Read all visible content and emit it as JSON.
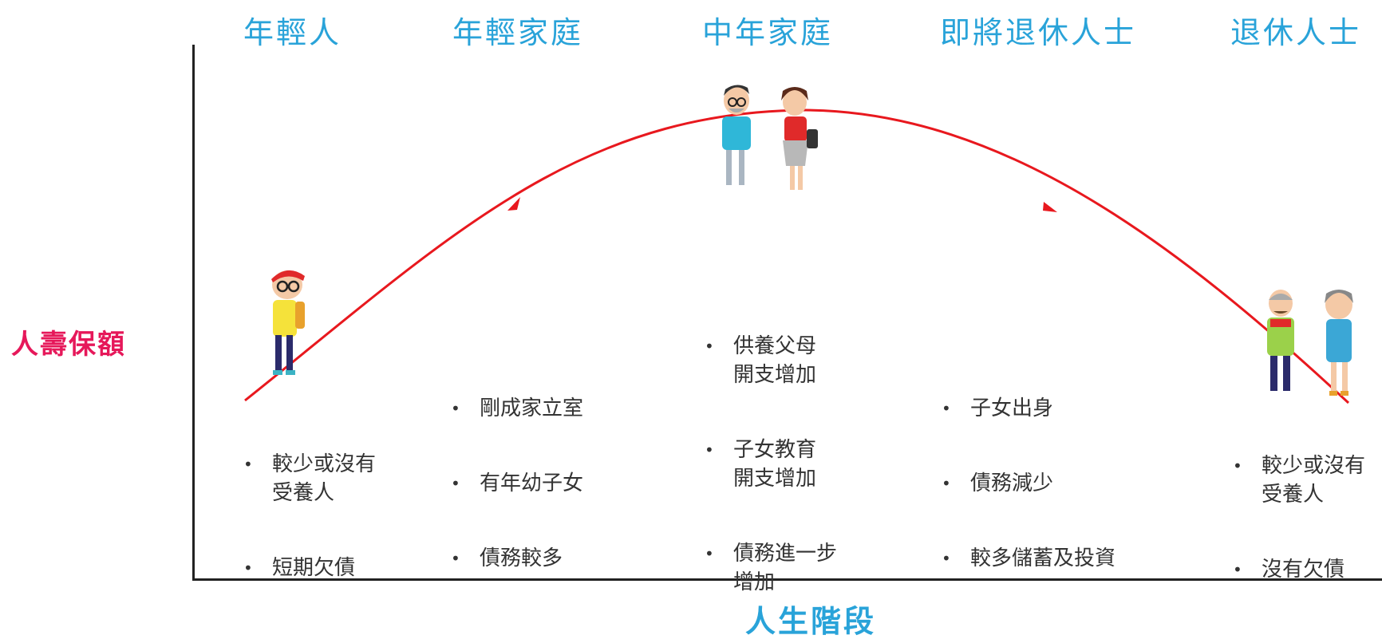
{
  "stages": [
    "年輕人",
    "年輕家庭",
    "中年家庭",
    "即將退休人士",
    "退休人士"
  ],
  "y_axis_label": "人壽保額",
  "x_axis_label": "人生階段",
  "notes": [
    [
      "較少或沒有\n受養人",
      "短期欠債"
    ],
    [
      "剛成家立室",
      "有年幼子女",
      "債務較多"
    ],
    [
      "供養父母\n開支增加",
      "子女教育\n開支增加",
      "債務進一步\n增加"
    ],
    [
      "子女出身",
      "債務減少",
      "較多儲蓄及投資"
    ],
    [
      "較少或沒有\n受養人",
      "沒有欠債"
    ]
  ],
  "colors": {
    "curve": "#e8181e",
    "stage_title": "#29a3d9",
    "y_label": "#e6185a",
    "x_label": "#29a3d9"
  }
}
